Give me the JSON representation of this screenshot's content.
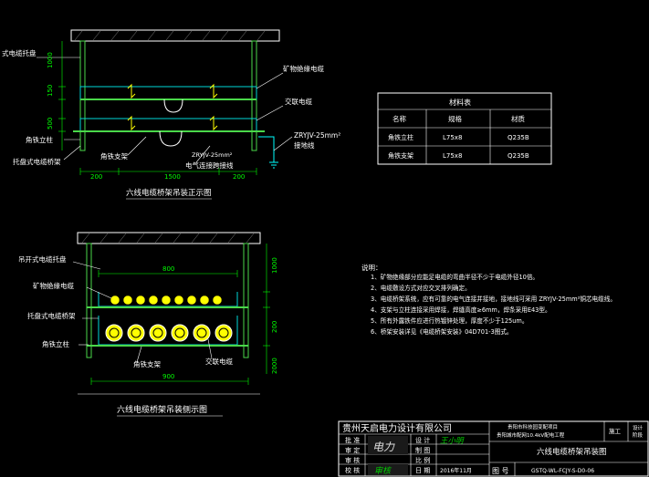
{
  "colors": {
    "background": "#000000",
    "frame": "#ffffff",
    "tray": "#00d8d8",
    "steel": "#4ad84a",
    "leader": "#ffffff",
    "label": "#ffff00",
    "dimension": "#00ff00",
    "table_line": "#ffffff",
    "cable_fill": "#ffff00",
    "ground": "#00ffff",
    "stamp": "#00cc00"
  },
  "top_view": {
    "labels": {
      "tray_top": "式电缆托盘",
      "mineral_cable": "矿物绝缘电缆",
      "ac_cable": "交联电缆",
      "angle_post": "角铁立柱",
      "angle_support": "角铁支架",
      "tray_bottom": "托盘式电缆桥架",
      "ground_cable": "ZRYJV-25mm²",
      "ground_cable_note": "接地线",
      "ground_cable_2": "ZRYJV-25mm²",
      "ground_wire_note": "电气连接跨接线"
    },
    "dims": {
      "d1": "1000",
      "d2": "150",
      "d3": "500",
      "d4": "200",
      "d5": "1500",
      "d6": "200"
    },
    "title": "六线电缆桥架吊装正示图"
  },
  "materials": {
    "title": "材料表",
    "headers": [
      "名称",
      "规格",
      "材质"
    ],
    "rows": [
      [
        "角铁立柱",
        "L75x8",
        "Q235B"
      ],
      [
        "角铁支架",
        "L75x8",
        "Q235B"
      ]
    ]
  },
  "side_view": {
    "labels": {
      "tray_top": "吊开式电缆托盘",
      "mineral_cable": "矿物绝缘电缆",
      "tray_mid": "托盘式电缆桥架",
      "angle_post": "角铁立柱",
      "angle_support": "角铁支架",
      "ac_cable": "交联电缆"
    },
    "dims": {
      "top": "800",
      "bottom": "900",
      "r1": "1000",
      "r2": "200",
      "r3": "2000"
    },
    "title": "六线电缆桥架吊装侧示图"
  },
  "notes": {
    "title": "说明：",
    "items": [
      "1、矿物绝缘部分应能足电缆的弯曲半径不少于电缆外径10倍。",
      "2、电缆敷设方式对应交叉排列确定。",
      "3、电缆桥架系统，应有可靠的电气连接并接地，接地线可采用  ZRYJV-25mm²铜芯电缆线。",
      "4、支架与立柱连接采用焊接，焊缝高度≥6mm，焊条采用E43型。",
      "5、所有外露铁件应进行热镀锌处理，厚度不少于125um。",
      "6、桥架安装详见《电缆桥架安装》04D701-3图式。"
    ]
  },
  "title_block": {
    "company": "贵州天启电力设计有限公司",
    "project_line1": "贵阳市科技园变配项目",
    "project_line2": "贵阳城市配网10.4kV配电工程",
    "stage_label": "施工",
    "stage_label2": "设计",
    "stage_label3": "阶段",
    "left_labels": [
      "批 准",
      "审 定",
      "审 核",
      "校 核"
    ],
    "mid_labels": [
      "设 计",
      "制 图",
      "比 例",
      "日 期"
    ],
    "date": "2016年11月",
    "drawing_title": "六线电缆桥架吊装图",
    "drawing_no_label": "图 号",
    "drawing_no": "GSTQ-WL-FCJY-S-D0-06",
    "signature_1": "电力",
    "signature_2": "审核",
    "signature_3": "王小明"
  }
}
